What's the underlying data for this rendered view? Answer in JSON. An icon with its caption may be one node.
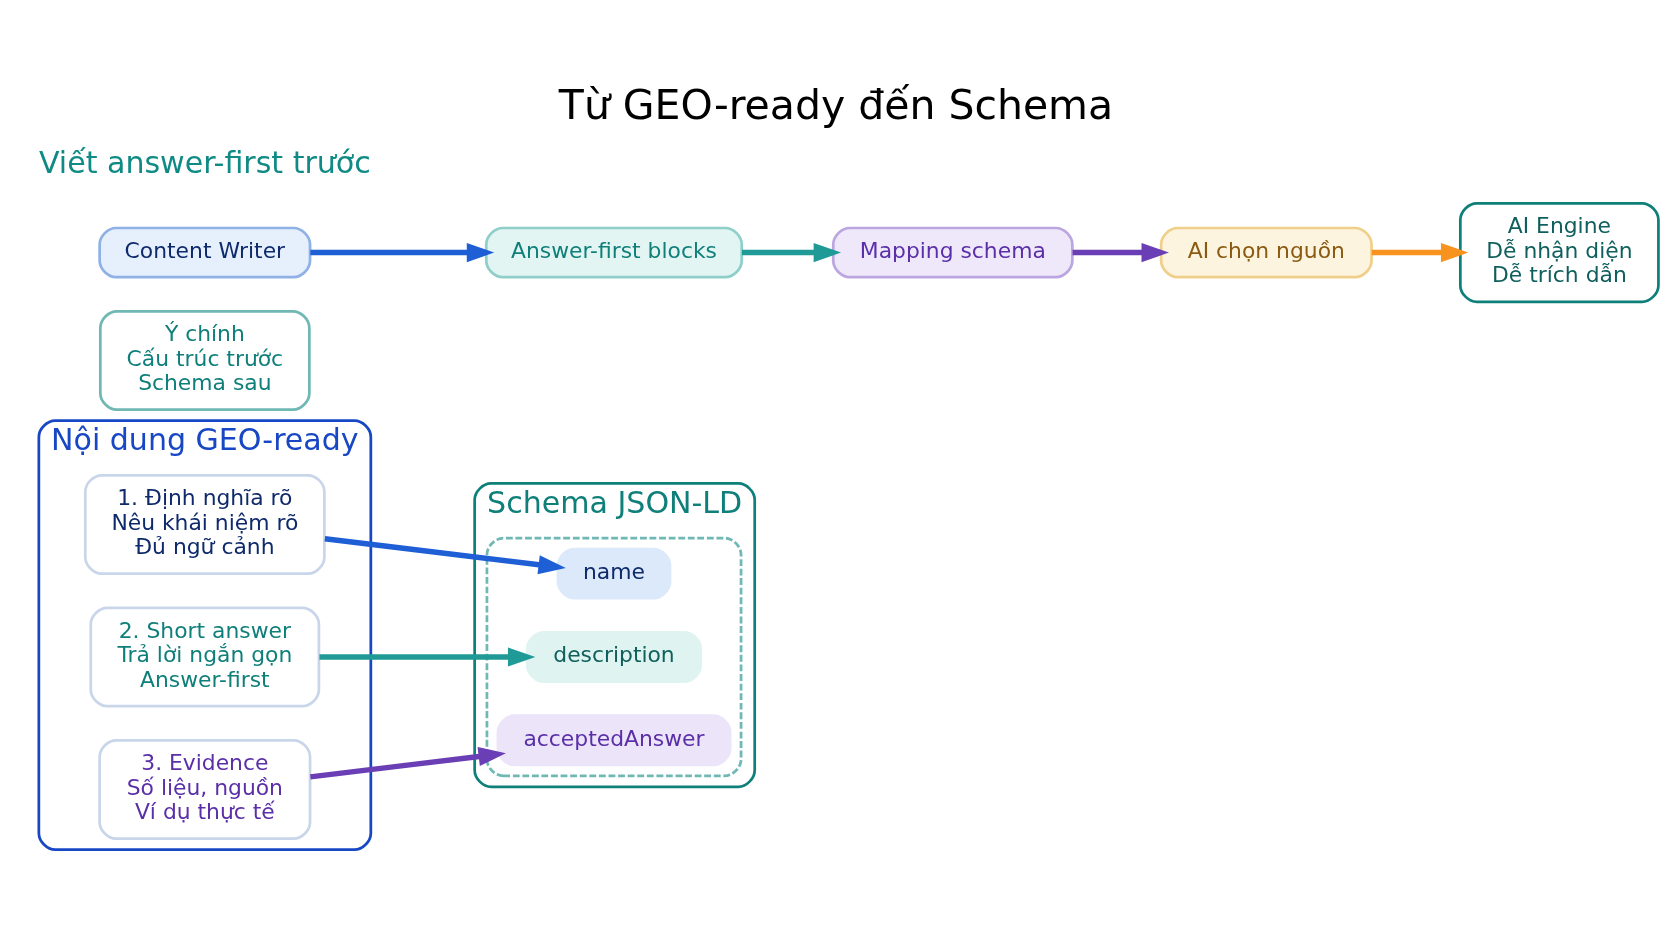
{
  "diagram": {
    "title": "Từ GEO-ready đến Schema",
    "nodes": [
      {
        "text": [
          "Nội dung GEO-ready"
        ]
      },
      {
        "text": [
          "1. Định nghĩa rõ",
          "Nêu khái niệm rõ",
          "Đủ ngữ cảnh"
        ],
        "in": 0
      },
      {
        "text": [
          "2. Short answer",
          "Trả lời ngắn gọn",
          "Answer-first"
        ],
        "in": 0
      },
      {
        "text": [
          "3. Evidence",
          "Số liệu, nguồn",
          "Ví dụ thực tế"
        ],
        "in": 0
      },
      {
        "text": [
          "Schema JSON-LD"
        ]
      },
      {
        "text": [],
        "shape": "box",
        "in": 4
      },
      {
        "text": [
          "name"
        ],
        "in": 5
      },
      {
        "text": [
          "description"
        ],
        "in": 5
      },
      {
        "text": [
          "acceptedAnswer"
        ],
        "in": 5
      },
      {
        "text": [
          "Ý chính",
          "Cấu trúc trước",
          "Schema sau"
        ]
      },
      {
        "text": [
          "Content Writer"
        ]
      },
      {
        "text": [
          "Answer-first blocks"
        ]
      },
      {
        "text": [
          "Mapping schema"
        ]
      },
      {
        "text": [
          "AI chọn nguồn"
        ]
      },
      {
        "text": [
          "AI Engine",
          "Dễ nhận diện",
          "Dễ trích dẫn"
        ]
      }
    ],
    "edges": [
      {
        "from": 1,
        "to": 6,
        "arrow": "to",
        "color": "#1f5fd6"
      },
      {
        "from": 2,
        "to": 7,
        "arrow": "to",
        "color": "#1f9a96"
      },
      {
        "from": 3,
        "to": 8,
        "arrow": "to",
        "color": "#6a3fb5"
      },
      {
        "from": 10,
        "to": 11,
        "arrow": "to",
        "color": "#1f5fd6"
      },
      {
        "from": 11,
        "to": 12,
        "arrow": "to",
        "color": "#1f9a96"
      },
      {
        "from": 12,
        "to": 13,
        "arrow": "to",
        "color": "#6a3fb5"
      },
      {
        "from": 13,
        "to": 14,
        "arrow": "to",
        "color": "#f7931e"
      }
    ],
    "labels": [
      "Viết answer-first trước"
    ]
  }
}
